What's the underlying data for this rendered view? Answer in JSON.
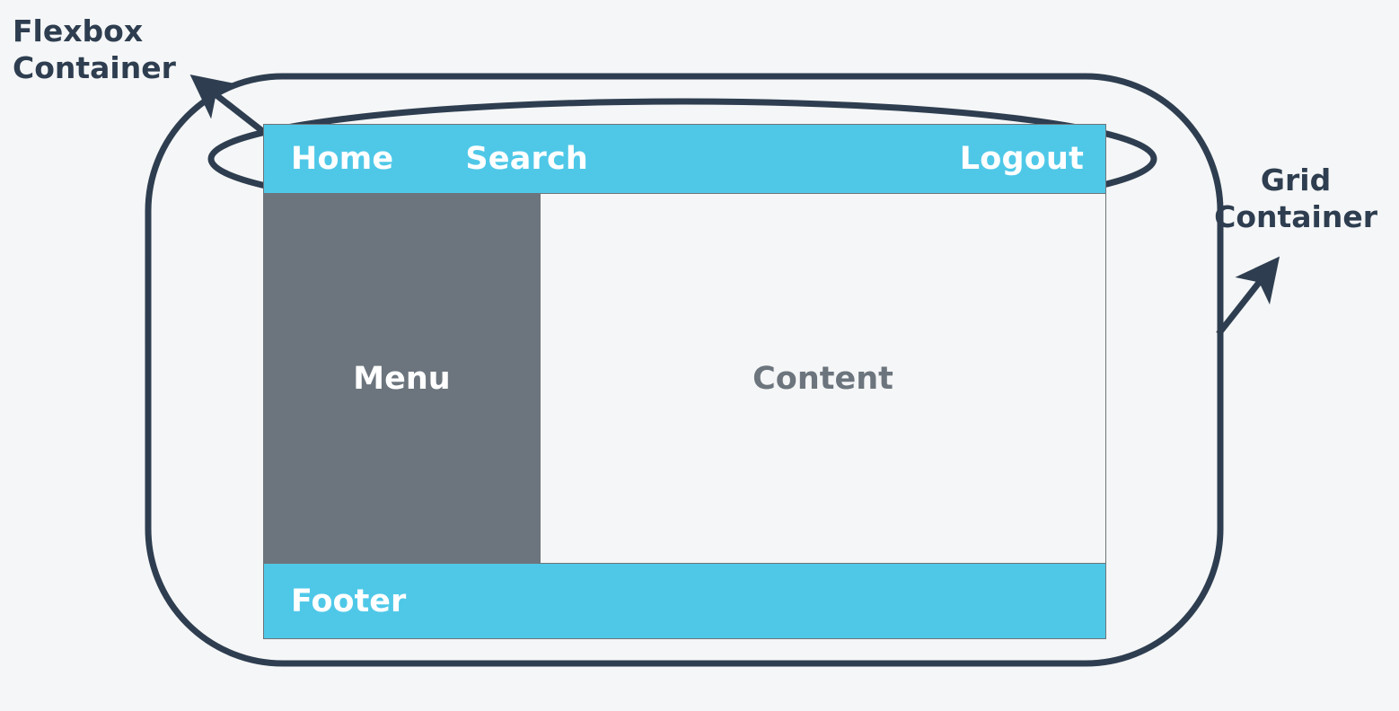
{
  "diagram": {
    "title": "Flexbox and Grid container layout diagram",
    "background_color": "#f5f6f7",
    "annotation_color": "#2e3e50",
    "accent_color": "#4fc8e8",
    "muted_color": "#6c757d",
    "border_color": "#6e7479",
    "text_on_accent": "#ffffff"
  },
  "callouts": {
    "flexbox": {
      "line1": "Flexbox",
      "line2": "Container",
      "label": "Flexbox\nContainer",
      "shape": "ellipse",
      "target": "header-bar"
    },
    "grid": {
      "line1": "Grid",
      "line2": "Container",
      "label": "Grid\nContainer",
      "shape": "rounded-rectangle",
      "target": "app-window"
    }
  },
  "app": {
    "header": {
      "items": [
        {
          "label": "Home",
          "align": "left"
        },
        {
          "label": "Search",
          "align": "left"
        },
        {
          "label": "Logout",
          "align": "right"
        }
      ]
    },
    "menu": {
      "label": "Menu"
    },
    "content": {
      "label": "Content"
    },
    "footer": {
      "label": "Footer"
    }
  }
}
